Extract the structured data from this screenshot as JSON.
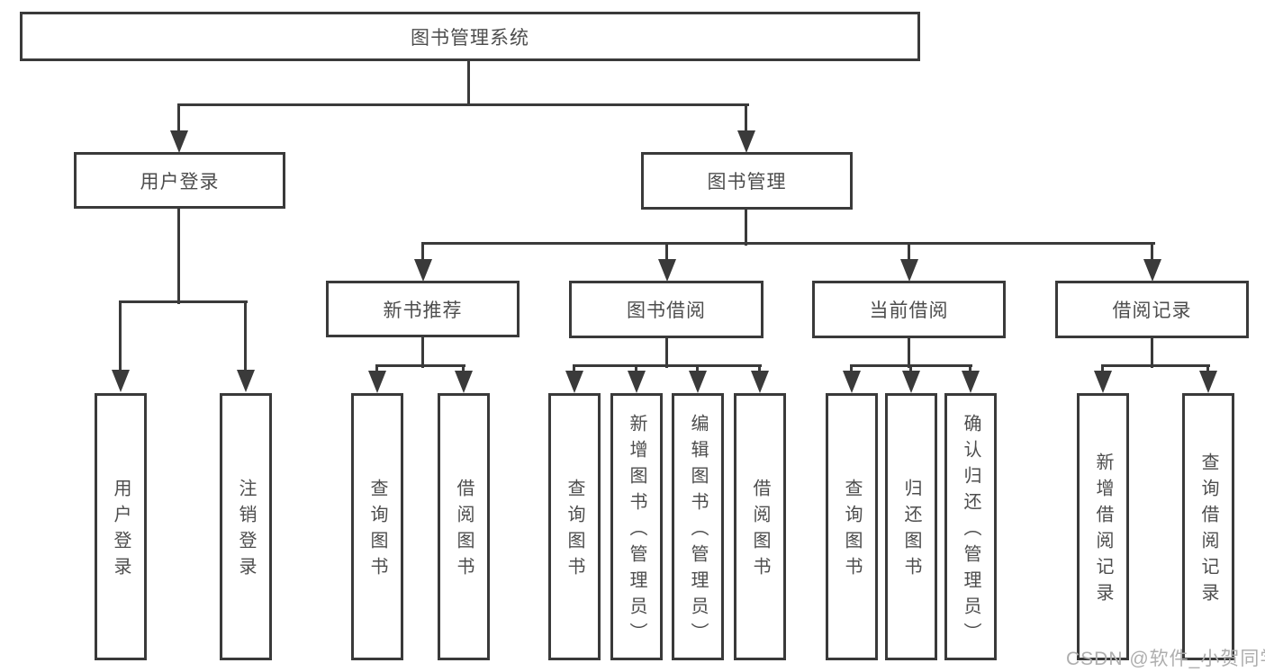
{
  "tree": {
    "label": "图书管理系统",
    "children": [
      {
        "label": "用户登录",
        "children": [
          {
            "label": "用户登录"
          },
          {
            "label": "注销登录"
          }
        ]
      },
      {
        "label": "图书管理",
        "children": [
          {
            "label": "新书推荐",
            "children": [
              {
                "label": "查询图书"
              },
              {
                "label": "借阅图书"
              }
            ]
          },
          {
            "label": "图书借阅",
            "children": [
              {
                "label": "查询图书"
              },
              {
                "label": "新增图书（管理员）"
              },
              {
                "label": "编辑图书（管理员）"
              },
              {
                "label": "借阅图书"
              }
            ]
          },
          {
            "label": "当前借阅",
            "children": [
              {
                "label": "查询图书"
              },
              {
                "label": "归还图书"
              },
              {
                "label": "确认归还（管理员）"
              }
            ]
          },
          {
            "label": "借阅记录",
            "children": [
              {
                "label": "新增借阅记录"
              },
              {
                "label": "查询借阅记录"
              }
            ]
          }
        ]
      }
    ]
  },
  "watermark": {
    "text": "CSDN @软件_小贺同学"
  },
  "colors": {
    "line": "#3a3a3a",
    "text": "#4d4d4d",
    "background": "#ffffff",
    "watermark": "#aeaeae"
  }
}
